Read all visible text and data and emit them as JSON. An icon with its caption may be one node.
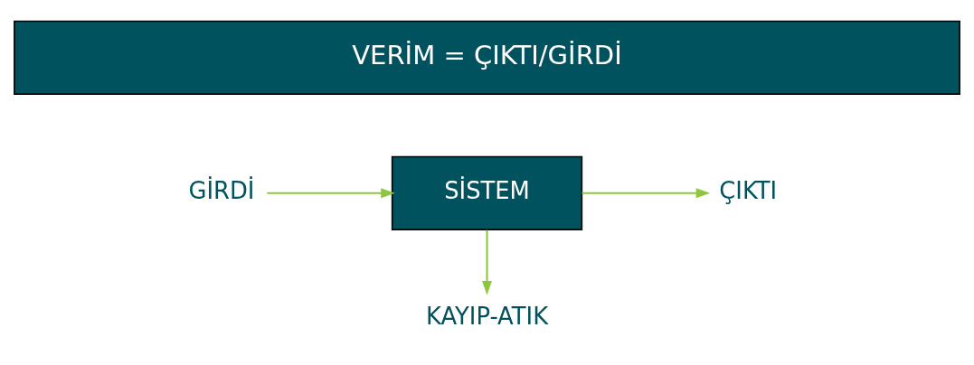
{
  "diagram": {
    "nodes": [
      {
        "text": [
          "VERİM = ÇIKTI/GİRDİ"
        ]
      },
      {
        "text": [
          "GİRDİ"
        ]
      },
      {
        "text": [
          "SİSTEM"
        ]
      },
      {
        "text": [
          "ÇIKTI"
        ]
      },
      {
        "text": [
          "KAYIP-ATIK"
        ]
      }
    ],
    "edges": [
      {
        "from": 1,
        "to": 2,
        "arrow": "to"
      },
      {
        "from": 2,
        "to": 3,
        "arrow": "to"
      },
      {
        "from": 2,
        "to": 4,
        "arrow": "to"
      }
    ]
  }
}
